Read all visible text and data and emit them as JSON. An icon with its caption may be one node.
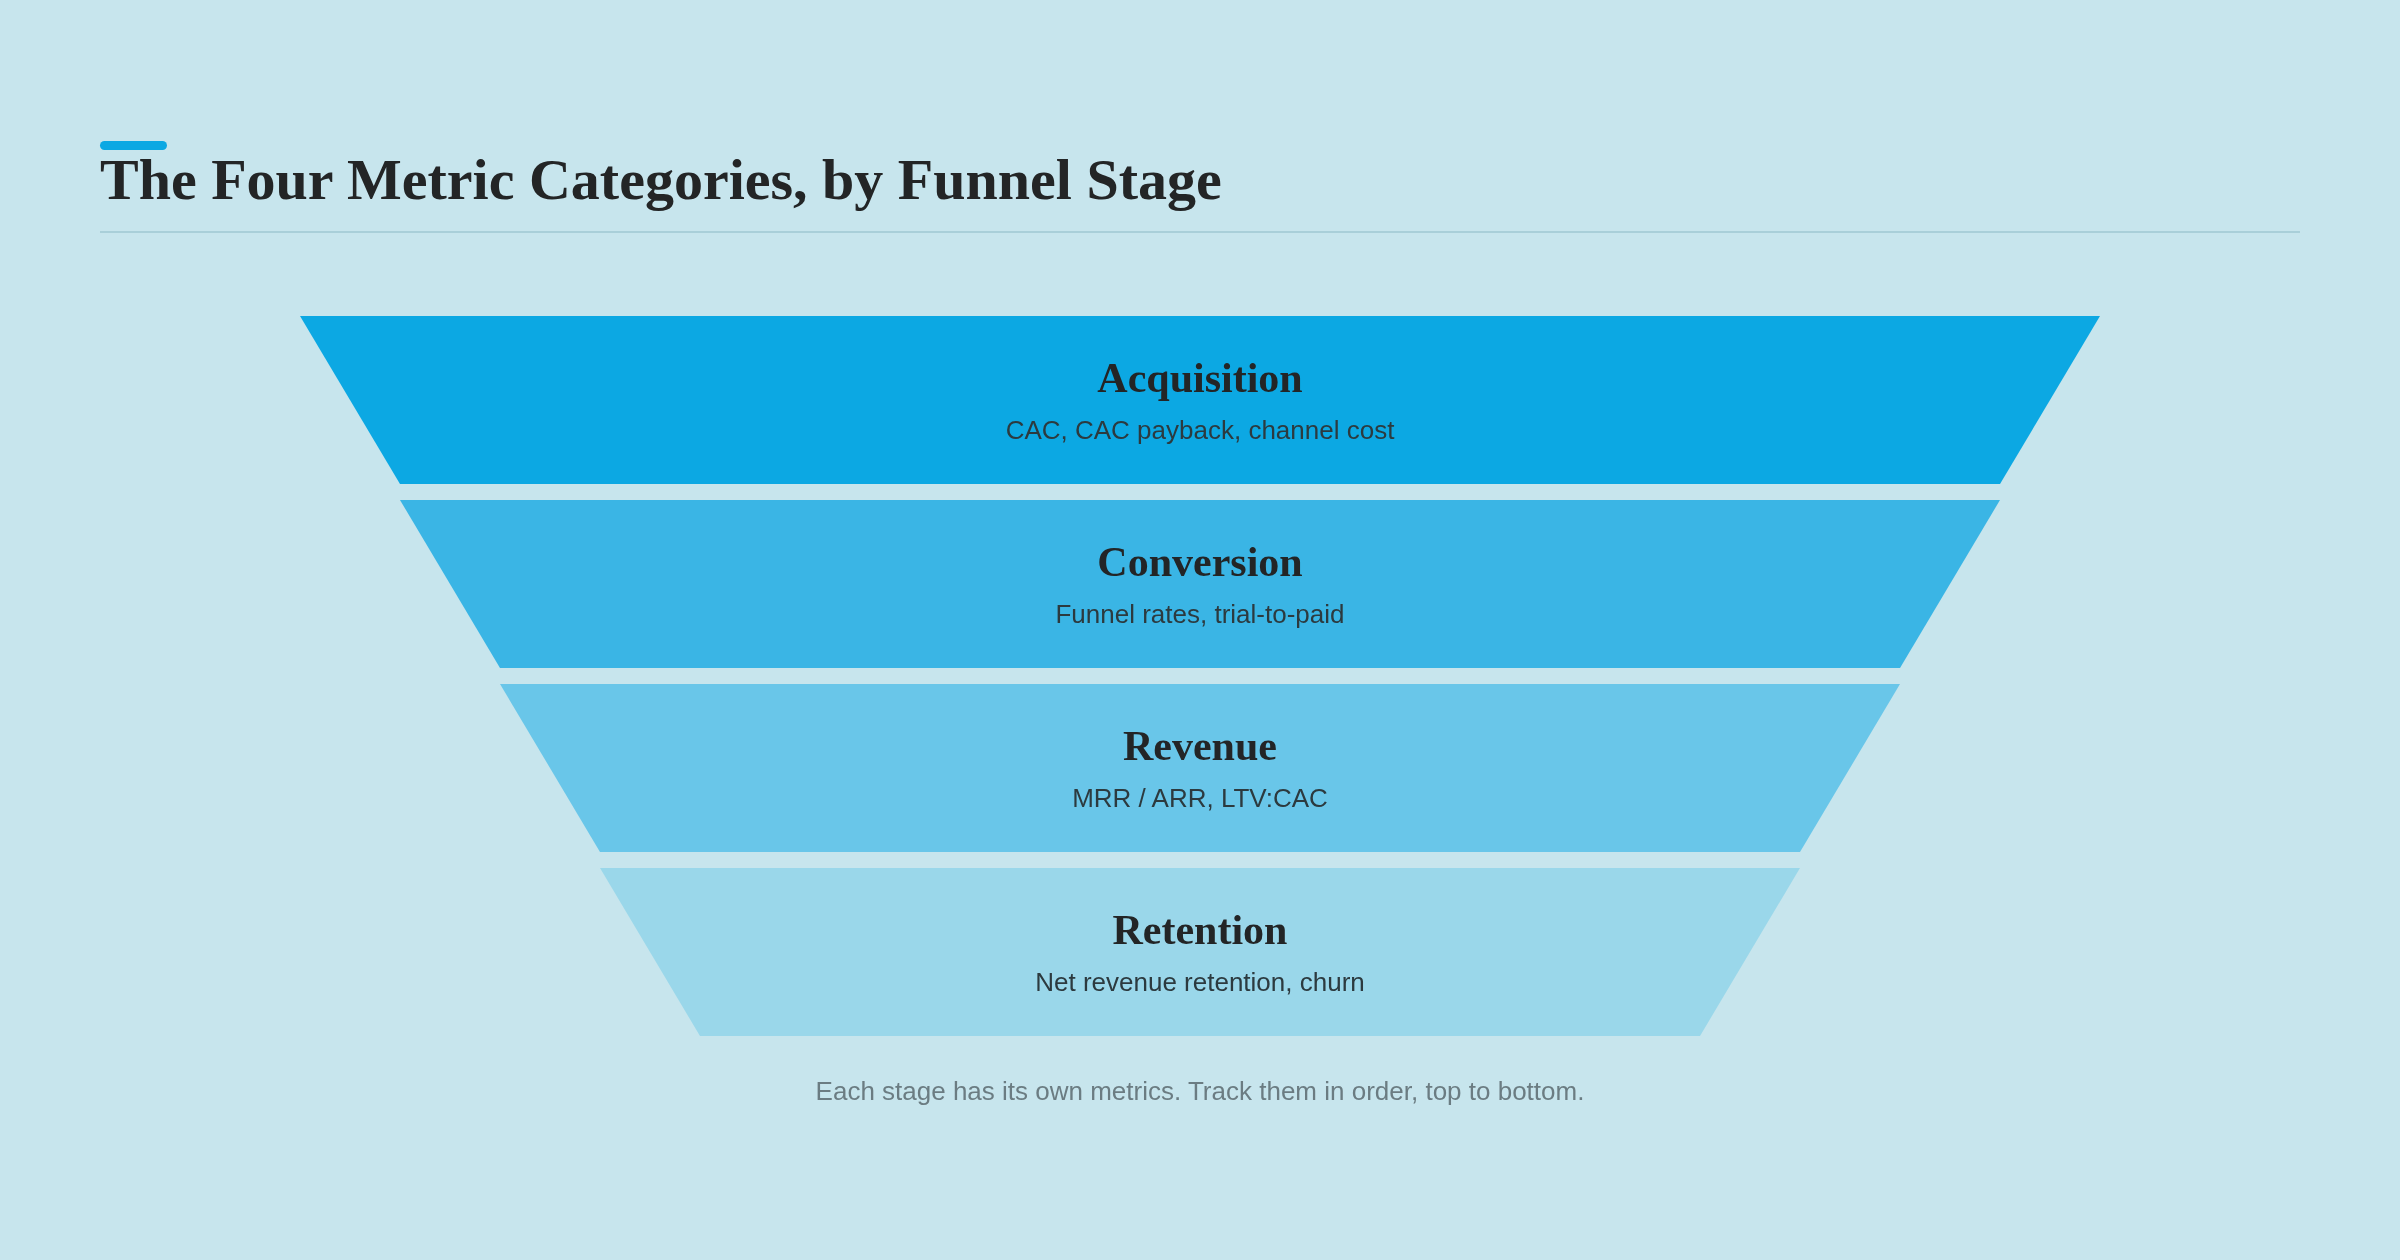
{
  "diagram": {
    "title": "The Four Metric Categories, by Funnel Stage",
    "caption": "Each stage has its own metrics. Track them in order, top to bottom.",
    "nodes": [
      {
        "text": [
          "Acquisition",
          "CAC, CAC payback, channel cost"
        ]
      },
      {
        "text": [
          "Conversion",
          "Funnel rates, trial-to-paid"
        ]
      },
      {
        "text": [
          "Revenue",
          "MRR / ARR, LTV:CAC"
        ]
      },
      {
        "text": [
          "Retention",
          "Net revenue retention, churn"
        ]
      }
    ]
  }
}
